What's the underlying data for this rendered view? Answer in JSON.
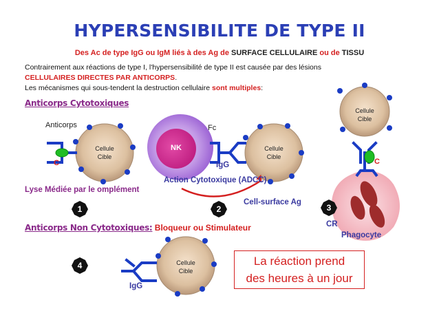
{
  "title": "HYPERSENSIBILITE DE TYPE II",
  "subtitle": {
    "part1": "Des Ac de type IgG ou IgM liés à des Ag de ",
    "part2": "SURFACE CELLULAIRE",
    "part3": " ou de ",
    "part4": "TISSU"
  },
  "intro": {
    "line1": "Contrairement aux réactions de type I, l'hypersensibilité de type II est causée par des lésions",
    "line2_red": "CELLULAIRES DIRECTES PAR ANTICORPS",
    "line2_end": ".",
    "line3_start": "Les mécanismes qui sous-tendent la destruction cellulaire ",
    "line3_red": "sont multiples",
    "line3_end": ":"
  },
  "sections": {
    "cytotoxic": "Anticorps Cytotoxiques",
    "noncytotoxic": "Anticorps Non Cytotoxiques:",
    "noncytotoxic_red": " Bloqueur ou Stimulateur"
  },
  "labels": {
    "anticorps": "Anticorps",
    "c_left": "C",
    "c_right": "C",
    "fc": "Fc",
    "nk": "NK",
    "igg_middle": "IgG",
    "igg_bottom": "IgG",
    "adcc": "Action Cytotoxique (ADCC)",
    "lyse": "Lyse Médiée par le omplément",
    "cell_surface_ag": "Cell-surface Ag",
    "cr": "CR",
    "phagocyte": "Phagocyte",
    "cell_line1": "Cellule",
    "cell_line2": "Cible"
  },
  "badges": [
    "1",
    "2",
    "3",
    "4"
  ],
  "note": {
    "line1": "La réaction prend",
    "line2": "des heures à un jour"
  },
  "colors": {
    "title": "#2b3fb5",
    "red": "#d42020",
    "section": "#8a2a8a",
    "cell": "#d6b896",
    "cell_border": "#a58a70",
    "antibody": "#1a3cc4",
    "nk": "#a15fd9",
    "complement": "#1fbd24",
    "phagocyte": "#f2b8c0",
    "granule": "#9e2c2c"
  }
}
